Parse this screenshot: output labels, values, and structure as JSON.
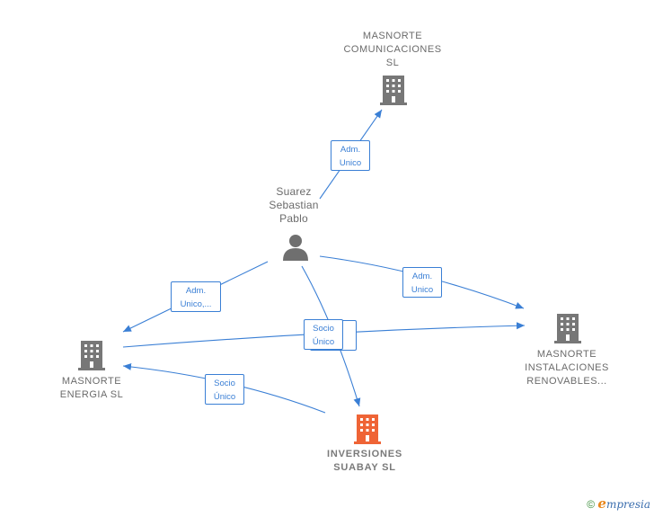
{
  "colors": {
    "edge": "#3a7fd5",
    "company": "#777777",
    "focus": "#ef6436",
    "person": "#6f6f6f"
  },
  "nodes": {
    "comunicaciones": {
      "label": "MASNORTE\nCOMUNICACIONES\nSL",
      "icon": "building-icon"
    },
    "person": {
      "label": "Suarez\nSebastian\nPablo",
      "icon": "person-icon"
    },
    "energia": {
      "label": "MASNORTE\nENERGIA  SL",
      "icon": "building-icon"
    },
    "renovables": {
      "label": "MASNORTE\nINSTALACIONES\nRENOVABLES...",
      "icon": "building-icon"
    },
    "suabay": {
      "label": "INVERSIONES\nSUABAY  SL",
      "icon": "building-icon"
    }
  },
  "edge_labels": {
    "adm_comunicaciones": {
      "line1": "Adm.",
      "line2": "Unico"
    },
    "adm_energia": {
      "line1": "Adm.",
      "line2": "Unico,..."
    },
    "adm_renovables": {
      "line1": "Adm.",
      "line2": "Unico"
    },
    "socio_center": {
      "line1": "Socio",
      "line2": "Único"
    },
    "socio_energia": {
      "line1": "Socio",
      "line2": "Único"
    }
  },
  "footer": {
    "copyright": "©",
    "brand_initial": "e",
    "brand_rest": "mpresia"
  }
}
